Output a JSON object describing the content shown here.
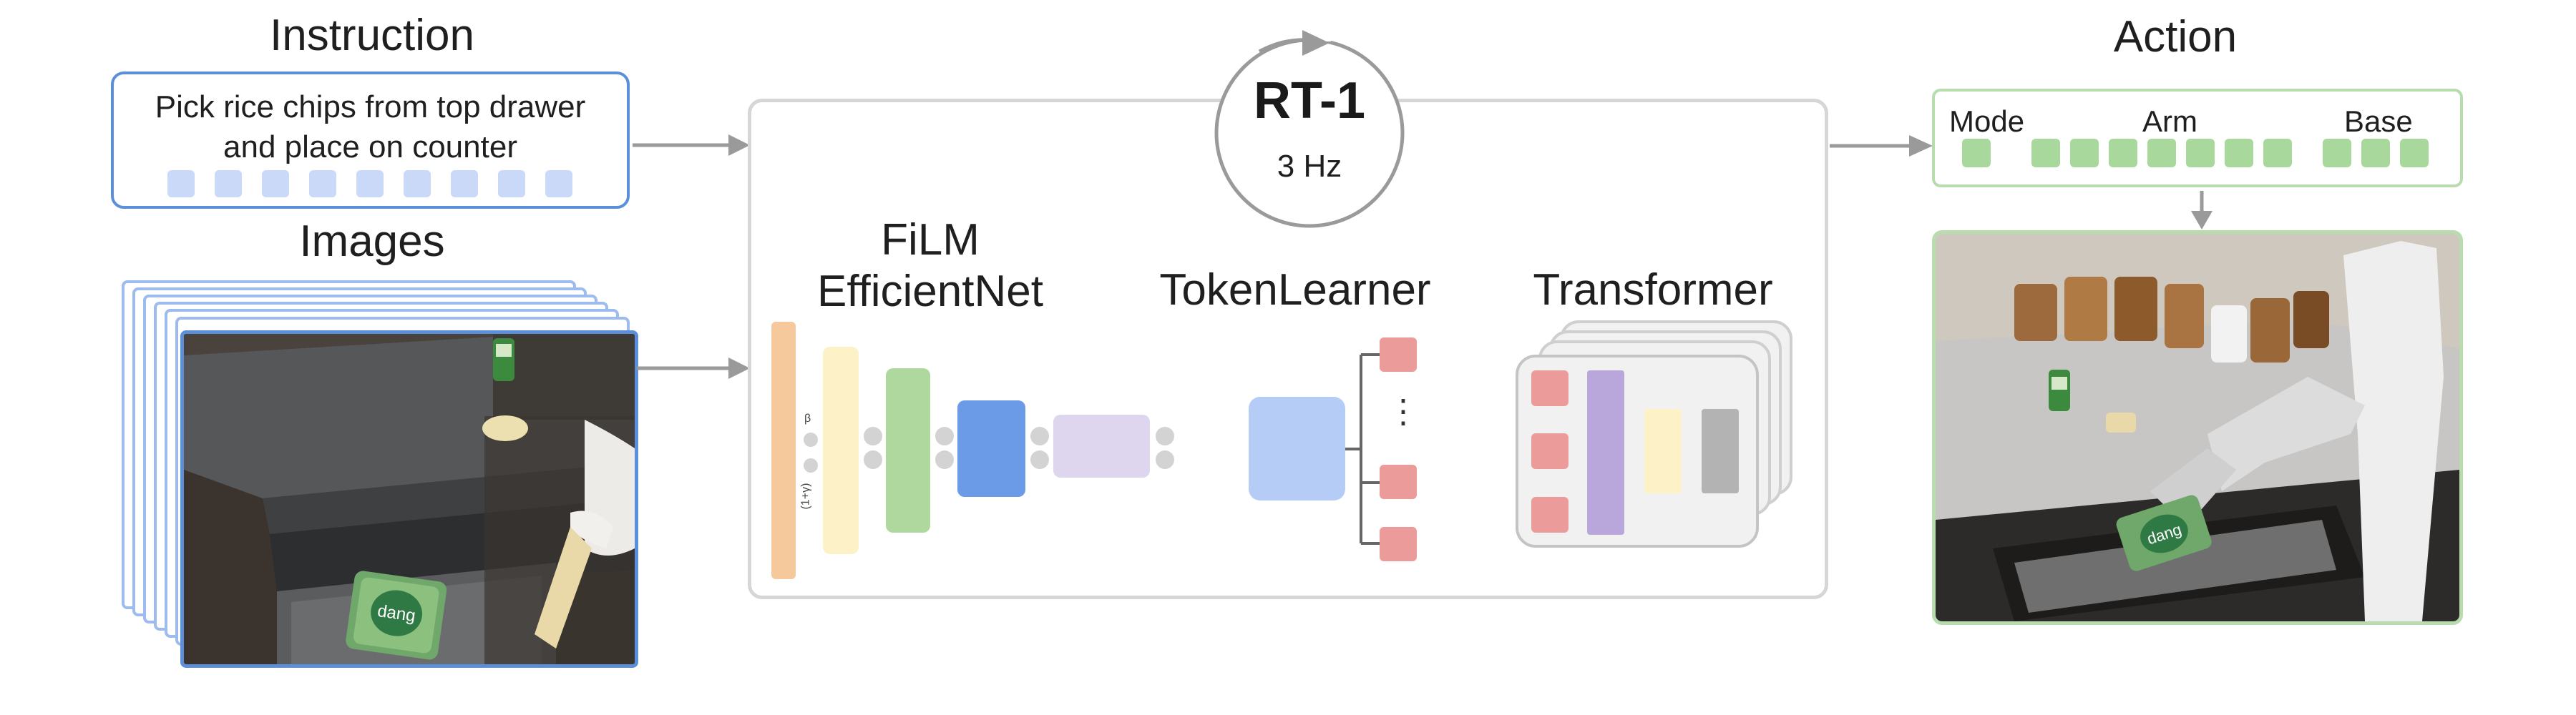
{
  "instruction": {
    "heading": "Instruction",
    "text_line1": "Pick rice chips from top drawer",
    "text_line2": "and place on counter",
    "token_count": 9,
    "token_color": "#c9d9f7"
  },
  "images": {
    "heading": "Images",
    "frame_color": "#9dbbee",
    "photo_border_color": "#5b8fd9",
    "photo_content": "robot-view-of-open-drawer-with-chips-bag"
  },
  "model": {
    "title": "RT-1",
    "frequency": "3 Hz",
    "cycle_icon": "circular-arrow-icon",
    "film_line1": "FiLM",
    "film_line2": "EfficientNet",
    "film_labels": {
      "beta": "β",
      "gamma": "(1+γ)"
    },
    "tokenlearner_label": "TokenLearner",
    "ellipsis": "⋮",
    "transformer_label": "Transformer",
    "colors": {
      "input_bar": "#f6c99c",
      "film_bar": "#fdf1c7",
      "green_block": "#aed89e",
      "blue_block": "#6b9ae6",
      "lavender_block": "#ddd6ee",
      "tokenlearner_block": "#b5ccf7",
      "token_output": "#ec9b9b",
      "transformer_purple": "#b9a6db",
      "transformer_yellow": "#fdf1c7",
      "transformer_gray": "#b3b3b3",
      "box_border": "#d6d6d6"
    }
  },
  "action": {
    "heading": "Action",
    "labels": {
      "mode": "Mode",
      "arm": "Arm",
      "base": "Base"
    },
    "token_counts": {
      "mode": 1,
      "arm": 7,
      "base": 3
    },
    "token_color": "#a9d89c",
    "border_color": "#b8dcae",
    "photo_content": "robot-arm-placing-chips-on-counter"
  }
}
